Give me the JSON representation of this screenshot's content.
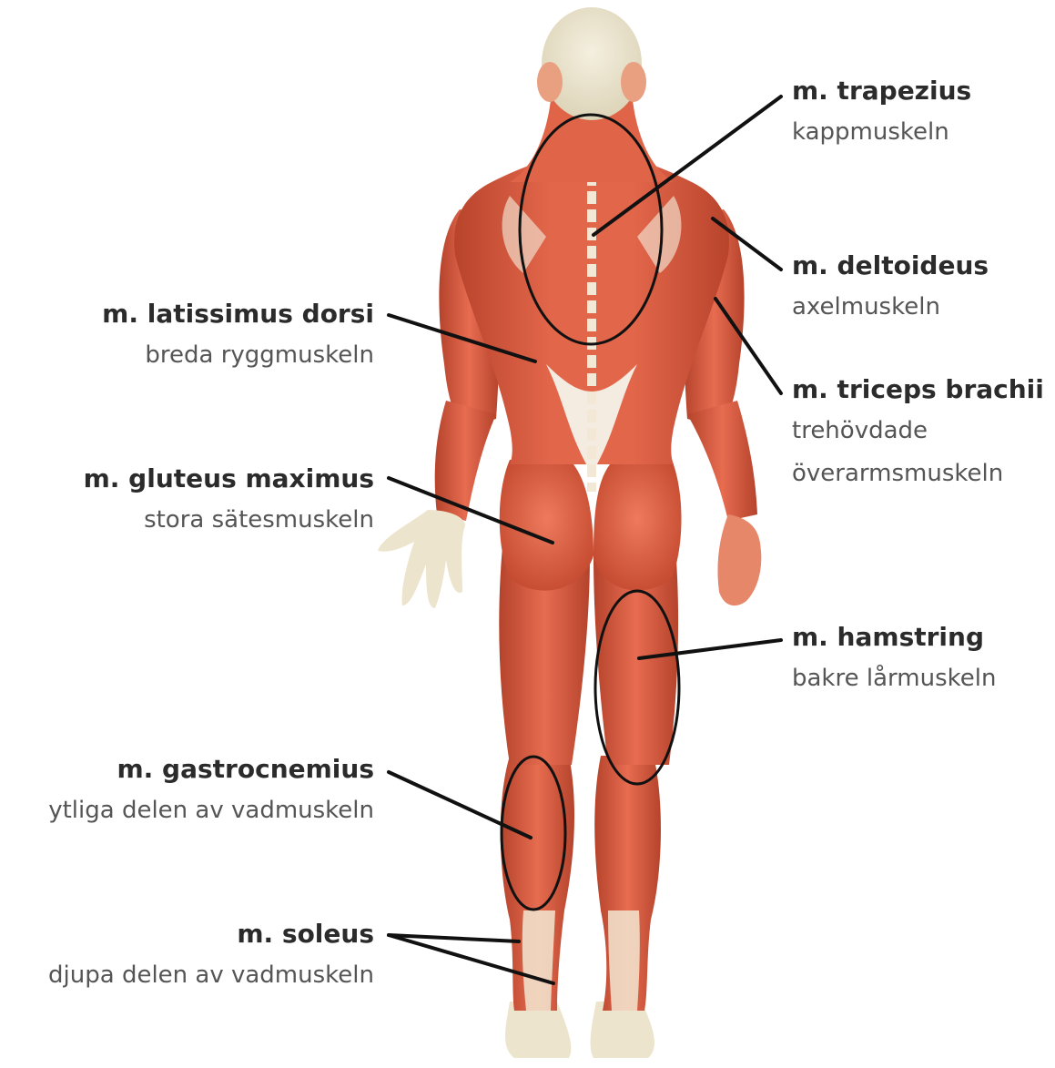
{
  "colors": {
    "background": "#ffffff",
    "muscle": "#d9573b",
    "muscle_light": "#ec8a6e",
    "muscle_dark": "#a83a25",
    "tendon": "#f3e9d8",
    "skin": "#e9e2cc",
    "pointer": "#111111",
    "latin_text": "#2b2b2b",
    "common_text": "#555555"
  },
  "figure": {
    "icon": "posterior-muscular-anatomy-figure"
  },
  "labels": {
    "trapezius": {
      "latin": "m. trapezius",
      "common": "kappmuskeln"
    },
    "deltoideus": {
      "latin": "m. deltoideus",
      "common": "axelmuskeln"
    },
    "triceps": {
      "latin": "m. triceps brachii",
      "common_line1": "trehövdade",
      "common_line2": "överarmsmuskeln"
    },
    "hamstring": {
      "latin": "m. hamstring",
      "common": "bakre lårmuskeln"
    },
    "latissimus": {
      "latin": "m. latissimus dorsi",
      "common": "breda ryggmuskeln"
    },
    "gluteus": {
      "latin": "m. gluteus maximus",
      "common": "stora sätesmuskeln"
    },
    "gastrocnemius": {
      "latin": "m. gastrocnemius",
      "common": "ytliga delen av vadmuskeln"
    },
    "soleus": {
      "latin": "m. soleus",
      "common": "djupa delen av vadmuskeln"
    }
  }
}
